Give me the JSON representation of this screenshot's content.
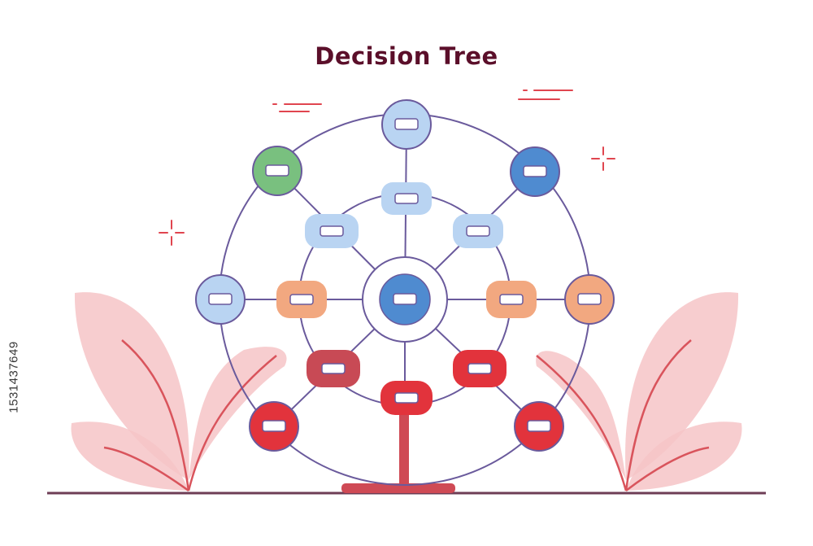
{
  "title": "Decision Tree",
  "stock_id": "1531437649",
  "colors": {
    "title": "#5b0f2a",
    "line": "#6a5a9c",
    "pill_fill": "#ffffff",
    "ground": "#6e3d55",
    "stand": "#cf4a55",
    "leaf": "#f6c4c7",
    "stem": "#d9545c",
    "sparkle": "#e0454f"
  },
  "nodes": {
    "center": {
      "shape": "circle",
      "fill": "#4f8bd0"
    },
    "outer": [
      {
        "id": "outer-top",
        "shape": "circle",
        "fill": "#b9d4f2"
      },
      {
        "id": "outer-top-right",
        "shape": "circle",
        "fill": "#4f8bd0"
      },
      {
        "id": "outer-right",
        "shape": "circle",
        "fill": "#f2a880"
      },
      {
        "id": "outer-bottom-right",
        "shape": "circle",
        "fill": "#e2333c"
      },
      {
        "id": "outer-bottom-left",
        "shape": "circle",
        "fill": "#e2333c"
      },
      {
        "id": "outer-left",
        "shape": "circle",
        "fill": "#b9d4f2"
      },
      {
        "id": "outer-top-left",
        "shape": "circle",
        "fill": "#79c07f"
      }
    ],
    "inner": [
      {
        "id": "inner-top",
        "fill": "#b9d4f2"
      },
      {
        "id": "inner-top-right",
        "fill": "#b9d4f2"
      },
      {
        "id": "inner-right",
        "fill": "#f2a880"
      },
      {
        "id": "inner-bottom-right",
        "fill": "#e2333c"
      },
      {
        "id": "inner-bottom",
        "fill": "#e2333c"
      },
      {
        "id": "inner-bottom-left",
        "fill": "#c84a55"
      },
      {
        "id": "inner-left",
        "fill": "#f2a880"
      },
      {
        "id": "inner-top-left",
        "fill": "#b9d4f2"
      }
    ]
  }
}
